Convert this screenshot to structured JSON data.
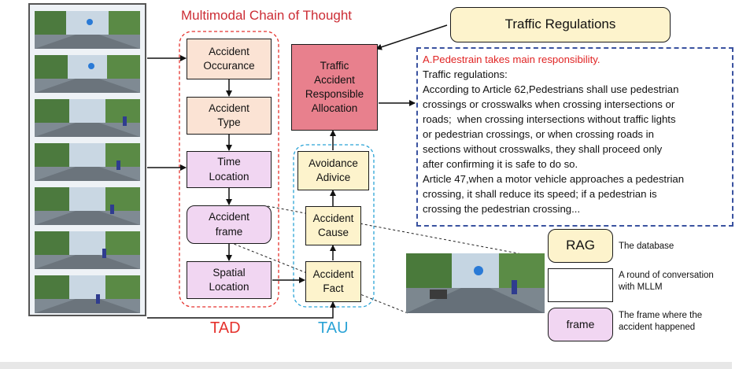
{
  "title": "Multimodal Chain of Thought",
  "colors": {
    "title": "#cc2d35",
    "tad": "#e5322d",
    "tau": "#2aa3d6",
    "textbox_border": "#3a52a0"
  },
  "nodes": {
    "occurrence": "Accident\nOccurance",
    "type": "Accident\nType",
    "time_location": "Time\nLocation",
    "frame": "Accident\nframe",
    "spatial": "Spatial\nLocation",
    "fact": "Accident\nFact",
    "cause": "Accident\nCause",
    "avoidance": "Avoidance\nAdivice",
    "allocation": "Traffic\nAccident\nResponsible\nAllocation",
    "regulations": "Traffic Regulations"
  },
  "group_labels": {
    "tad": "TAD",
    "tau": "TAU"
  },
  "answer": {
    "headline": "A.Pedestrain takes main responsibility.",
    "lines": [
      "Traffic regulations:",
      "According to Article 62,Pedestrians shall use pedestrian",
      "crossings or crosswalks when crossing intersections or",
      "roads;  when crossing intersections without traffic lights",
      "or pedestrian crossings, or when crossing roads in",
      "sections without crosswalks, they shall proceed only",
      "after confirming it is safe to do so.",
      "Article 47,when a motor vehicle approaches a pedestrian",
      "crossing, it shall reduce its speed; if a pedestrian is",
      "crossing the pedestrian crossing..."
    ]
  },
  "legend": {
    "rag_label": "RAG",
    "rag_desc": "The database",
    "round_desc": "A round of conversation\nwith MLLM",
    "frame_label": "frame",
    "frame_desc": "The frame where the\naccident happened"
  }
}
